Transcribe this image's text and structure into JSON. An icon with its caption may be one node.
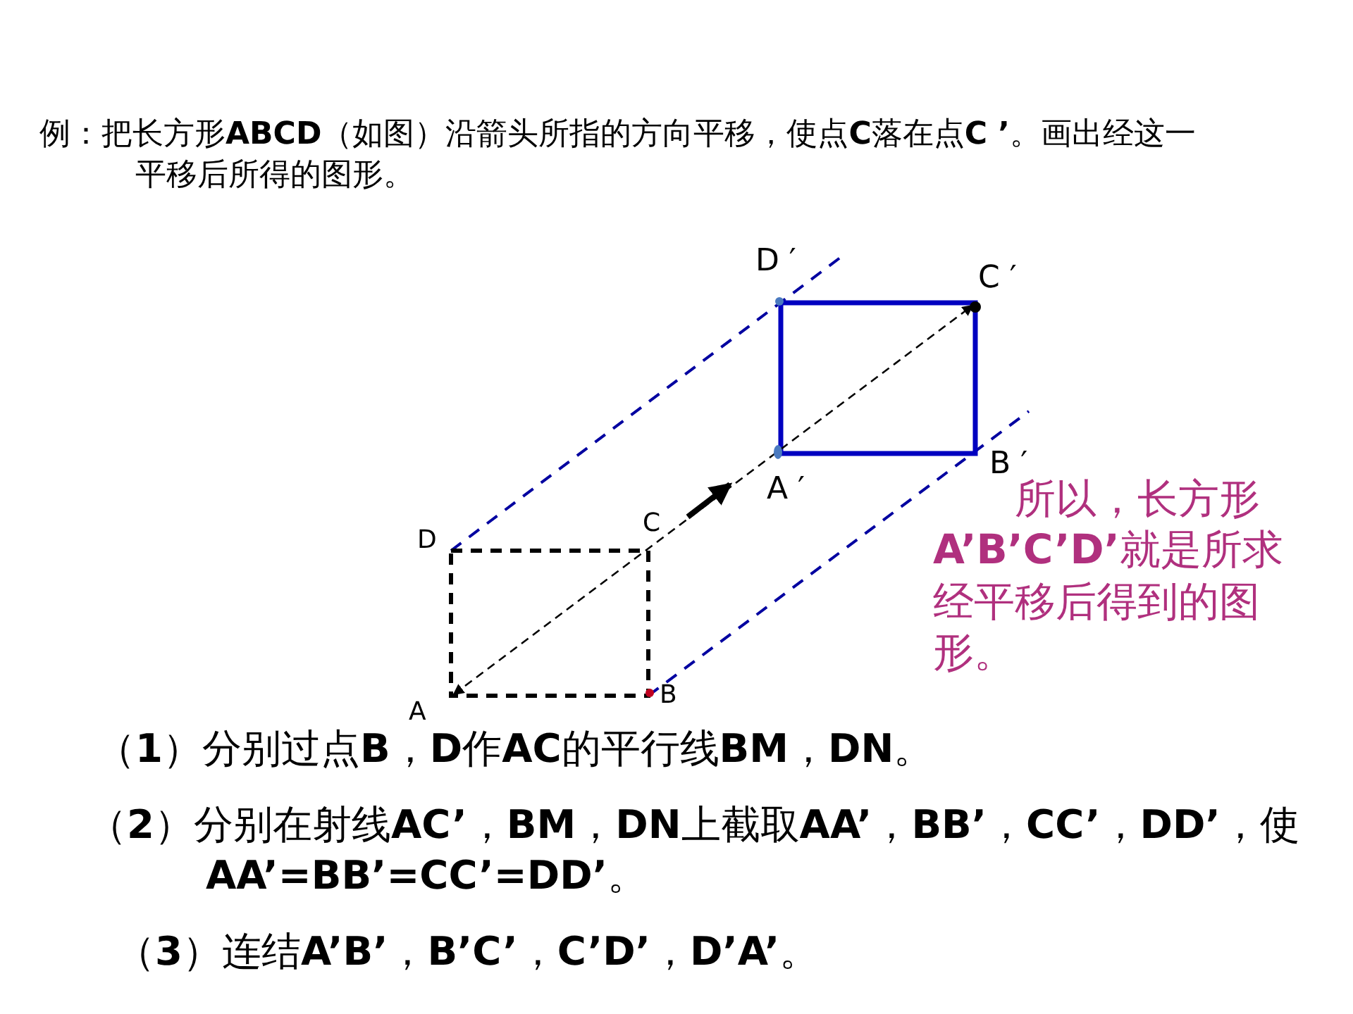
{
  "diagram": {
    "labels": [
      "例：把长方形**ABCD**（如图）沿箭头所指的方向平移，使点**C**落在点**C ’**。画出经这一平移后所得的图形。",
      "D ′",
      "C ′",
      "B ′",
      "A ′",
      "D",
      "C",
      "A",
      "B",
      "所以，长方形**A’B’C’D’**就是所求经平移后得到的图形。",
      "（**1**）分别过点**B**，**D**作**AC**的平行线**BM**，**DN**。",
      "（**2**）分别在射线**AC’**，**BM**，**DN**上截取**AA’**，**BB’**，**CC’**，**DD’**，使**AA’=BB’=CC’=DD’**。",
      "（**3**）连结**A’B’**，**B’C’**，**C’D’**，**D’A’**。"
    ]
  }
}
